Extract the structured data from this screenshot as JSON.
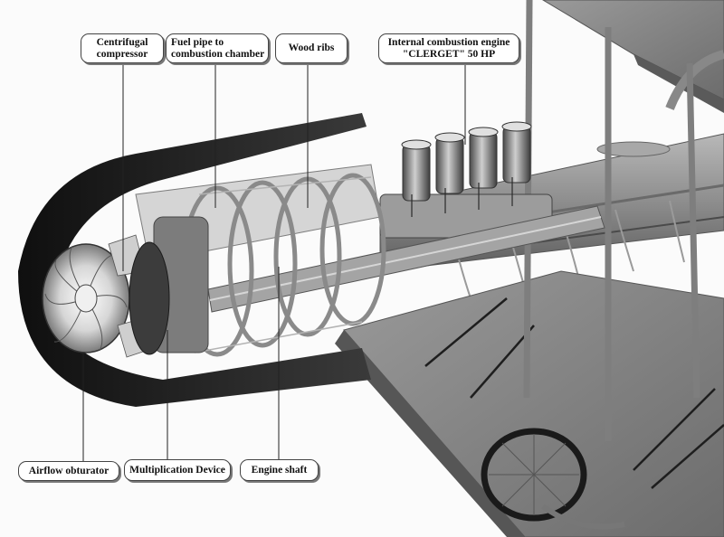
{
  "labels": {
    "centrifugal_compressor": [
      "Centrifugal",
      "compressor"
    ],
    "fuel_pipe": [
      "Fuel pipe to",
      "combustion chamber"
    ],
    "wood_ribs": [
      "Wood ribs"
    ],
    "engine": [
      "Internal combustion engine",
      "\"CLERGET\" 50 HP"
    ],
    "airflow_obturator": [
      "Airflow obturator"
    ],
    "multiplication_device": [
      "Multiplication Device"
    ],
    "engine_shaft": [
      "Engine shaft"
    ]
  },
  "colors": {
    "shell_dark": "#1c1c1c",
    "shell_mid": "#6e6e6e",
    "metal_light": "#c9c9c9",
    "wing_fabric": "#8a8a8a",
    "callout_border": "#444444"
  }
}
